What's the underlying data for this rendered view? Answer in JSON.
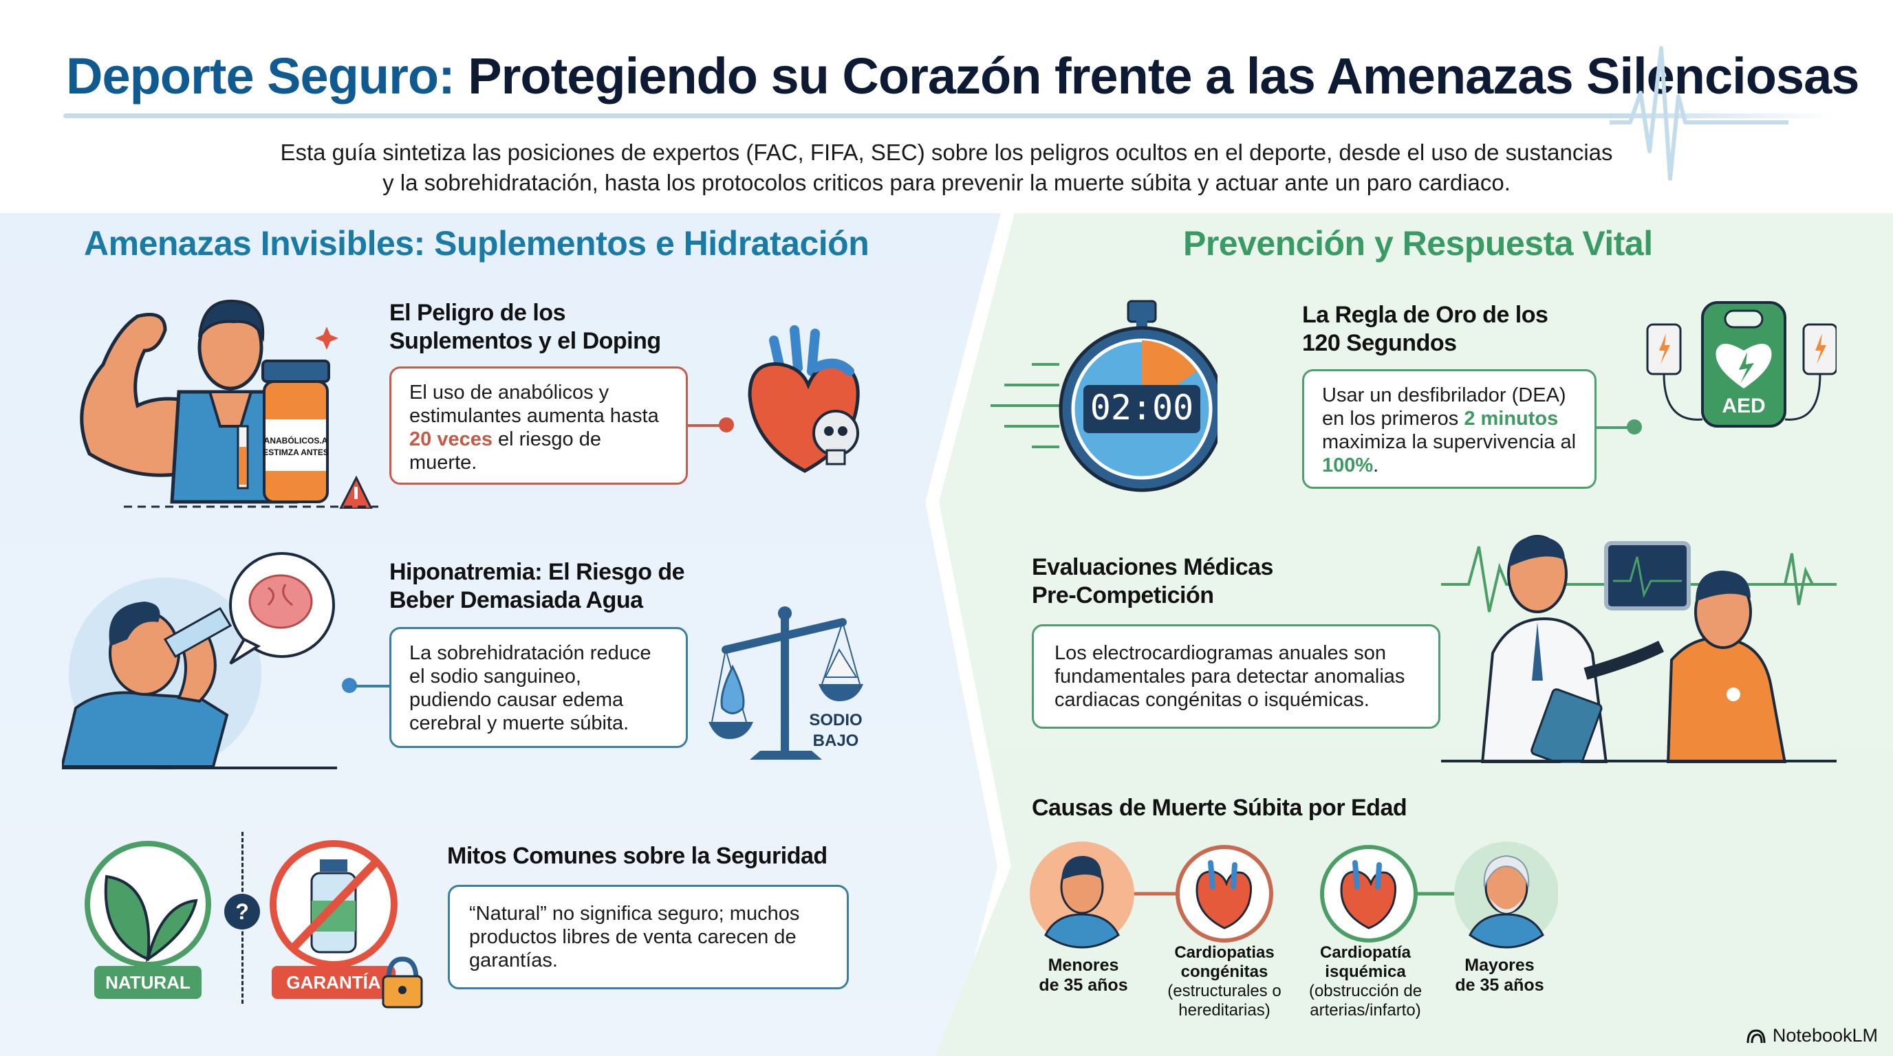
{
  "header": {
    "title_part1": "Deporte Seguro:",
    "title_part2": "Protegiendo su Corazón frente a las Amenazas Silenciosas",
    "subtitle_line1": "Esta guía sintetiza las posiciones de expertos (FAC, FIFA, SEC) sobre los peligros ocultos en el deporte, desde el uso de sustancias",
    "subtitle_line2": "y la sobrehidratación, hasta los protocolos criticos para prevenir la muerte súbita y actuar ante un paro cardiaco."
  },
  "left_section": {
    "title": "Amenazas Invisibles: Suplementos e Hidratación",
    "blocks": [
      {
        "heading_line1": "El Peligro de los",
        "heading_line2": "Suplementos y el Doping",
        "text_before": "El uso de anabólicos y estimulantes aumenta hasta ",
        "highlight": "20 veces",
        "text_after": " el riesgo de muerte.",
        "bottle_label_line1": "ANABÓLICOS.A",
        "bottle_label_line2": "ESTIMZA ANTES"
      },
      {
        "heading_line1": "Hiponatremia: El Riesgo de",
        "heading_line2": "Beber Demasiada Agua",
        "text": "La sobrehidratación reduce el sodio sanguineo, pudiendo causar edema cerebral y muerte súbita.",
        "scale_label_line1": "SODIO",
        "scale_label_line2": "BAJO"
      },
      {
        "heading": "Mitos Comunes sobre la Seguridad",
        "text": "“Natural” no significa seguro; muchos productos libres de venta carecen de garantías.",
        "badge_natural": "NATURAL",
        "badge_garantia": "GARANTÍA",
        "question_mark": "?"
      }
    ]
  },
  "right_section": {
    "title": "Prevención y Respuesta Vital",
    "blocks": [
      {
        "heading_line1": "La Regla de Oro de los",
        "heading_line2": "120 Segundos",
        "text_before": "Usar un desfibrilador (DEA) en los primeros ",
        "highlight1": "2 minutos",
        "text_middle": " maximiza la supervivencia al ",
        "highlight2": "100%",
        "text_after": ".",
        "timer_display": "02:00",
        "aed_label": "AED"
      },
      {
        "heading_line1": "Evaluaciones Médicas",
        "heading_line2": "Pre-Competición",
        "text": "Los electrocardiogramas anuales son fundamentales para detectar anomalias cardiacas congénitas o isquémicas."
      },
      {
        "heading": "Causas de Muerte Súbita por Edad",
        "items": [
          {
            "label_line1": "Menores",
            "label_line2": "de 35 años"
          },
          {
            "label_line1": "Cardiopatias",
            "label_line2": "congénitas",
            "detail_line1": "(estructurales o",
            "detail_line2": "hereditarias)"
          },
          {
            "label_line1": "Cardiopatía",
            "label_line2": "isquémica",
            "detail_line1": "(obstrucción de",
            "detail_line2": "arterias/infarto)"
          },
          {
            "label_line1": "Mayores",
            "label_line2": "de 35 años"
          }
        ]
      }
    ]
  },
  "footer": {
    "brand": "NotebookLM"
  },
  "colors": {
    "title_blue": "#0f5a91",
    "title_dark": "#0c1a33",
    "left_accent": "#1a7aa6",
    "right_accent": "#3a9a64",
    "danger_red": "#c85b4a",
    "highlight_green": "#3f9a62"
  }
}
